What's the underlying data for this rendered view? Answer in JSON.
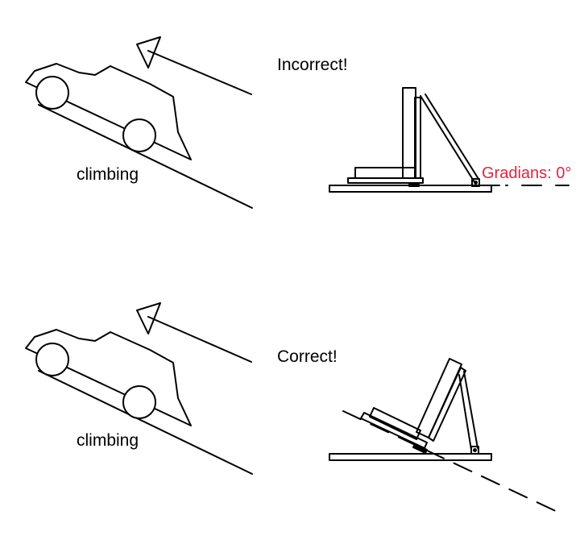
{
  "panels": {
    "top": {
      "verdict": "Incorrect!",
      "caption": "climbing",
      "readout": "Gradians: 0°"
    },
    "bottom": {
      "verdict": "Correct!",
      "caption": "climbing"
    }
  },
  "colors": {
    "line": "#000000",
    "readout": "#e8213d",
    "background": "#ffffff"
  }
}
